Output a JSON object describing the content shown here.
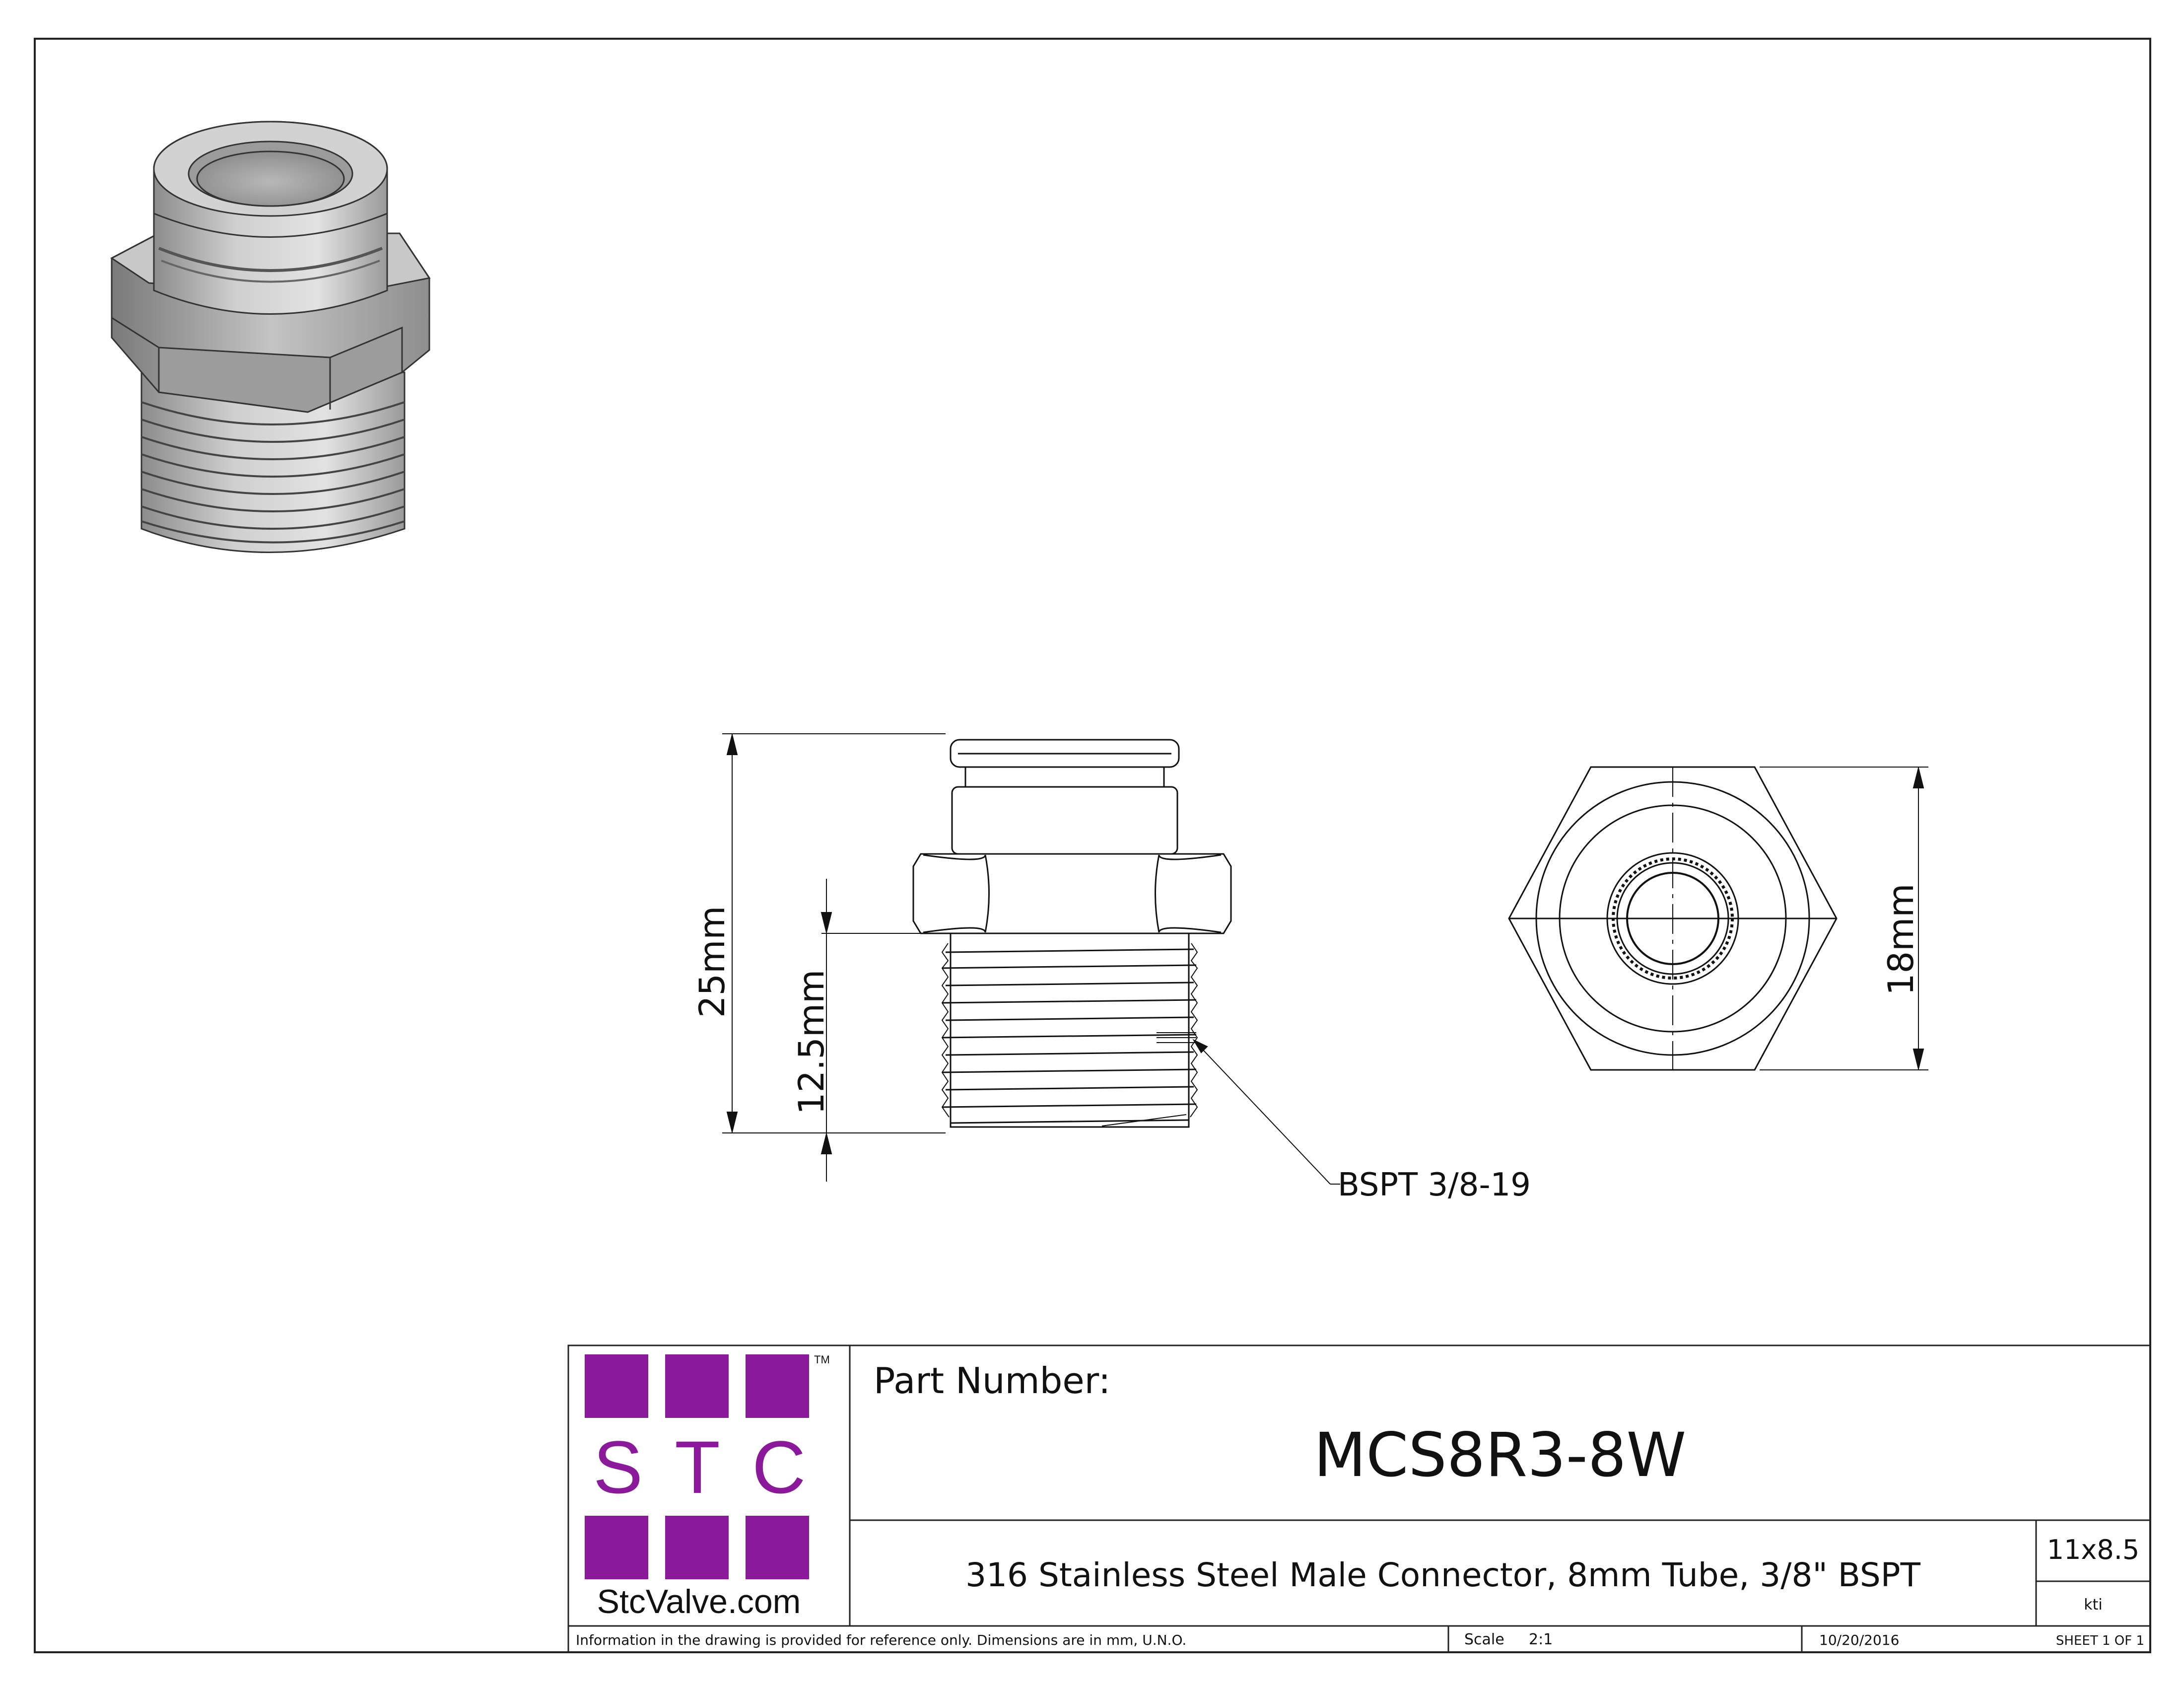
{
  "dimensions": {
    "overall_height": "25mm",
    "thread_length": "12.5mm",
    "hex_across_flats": "18mm",
    "thread_callout": "BSPT 3/8-19"
  },
  "logo": {
    "letters": [
      "S",
      "T",
      "C"
    ],
    "trademark": "TM",
    "website": "StcValve.com",
    "color": "#8a1a9a"
  },
  "title_block": {
    "part_number_label": "Part Number:",
    "part_number": "MCS8R3-8W",
    "description": "316 Stainless Steel Male Connector, 8mm Tube, 3/8\" BSPT",
    "sheet_size": "11x8.5",
    "drawn_by": "kti",
    "note": "Information in the drawing is provided for reference only. Dimensions are in mm, U.N.O.",
    "scale_label": "Scale",
    "scale_value": "2:1",
    "date": "10/20/2016",
    "sheet": "SHEET 1 OF 1"
  }
}
